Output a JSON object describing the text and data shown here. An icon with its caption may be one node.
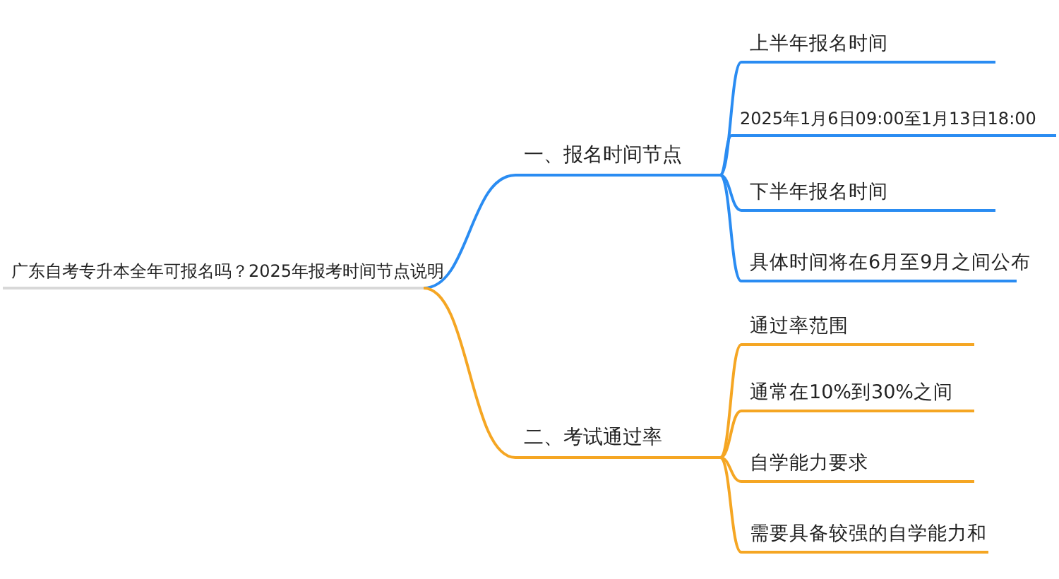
{
  "diagram": {
    "nodes": [
      {
        "text": [
          "广东自考专升本全年可报名吗？2025年报考时间节点说明"
        ]
      },
      {
        "text": [
          "一、报名时间节点"
        ]
      },
      {
        "text": [
          "上半年报名时间"
        ]
      },
      {
        "text": [
          "2025年1月6日09:00至1月13日18:00"
        ]
      },
      {
        "text": [
          "下半年报名时间"
        ]
      },
      {
        "text": [
          "具体时间将在6月至9月之间公布"
        ]
      },
      {
        "text": [
          "二、考试通过率"
        ]
      },
      {
        "text": [
          "通过率范围"
        ]
      },
      {
        "text": [
          "通常在10%到30%之间"
        ]
      },
      {
        "text": [
          "自学能力要求"
        ]
      },
      {
        "text": [
          "需要具备较强的自学能力和"
        ]
      }
    ],
    "edges": [
      {
        "from": 0,
        "to": 1,
        "arrow": "none",
        "color": "#2a8cf2"
      },
      {
        "from": 1,
        "to": 2,
        "arrow": "none",
        "color": "#2a8cf2"
      },
      {
        "from": 1,
        "to": 3,
        "arrow": "none",
        "color": "#2a8cf2"
      },
      {
        "from": 1,
        "to": 4,
        "arrow": "none",
        "color": "#2a8cf2"
      },
      {
        "from": 1,
        "to": 5,
        "arrow": "none",
        "color": "#2a8cf2"
      },
      {
        "from": 0,
        "to": 6,
        "arrow": "none",
        "color": "#f5a623"
      },
      {
        "from": 6,
        "to": 7,
        "arrow": "none",
        "color": "#f5a623"
      },
      {
        "from": 6,
        "to": 8,
        "arrow": "none",
        "color": "#f5a623"
      },
      {
        "from": 6,
        "to": 9,
        "arrow": "none",
        "color": "#f5a623"
      },
      {
        "from": 6,
        "to": 10,
        "arrow": "none",
        "color": "#f5a623"
      }
    ]
  }
}
